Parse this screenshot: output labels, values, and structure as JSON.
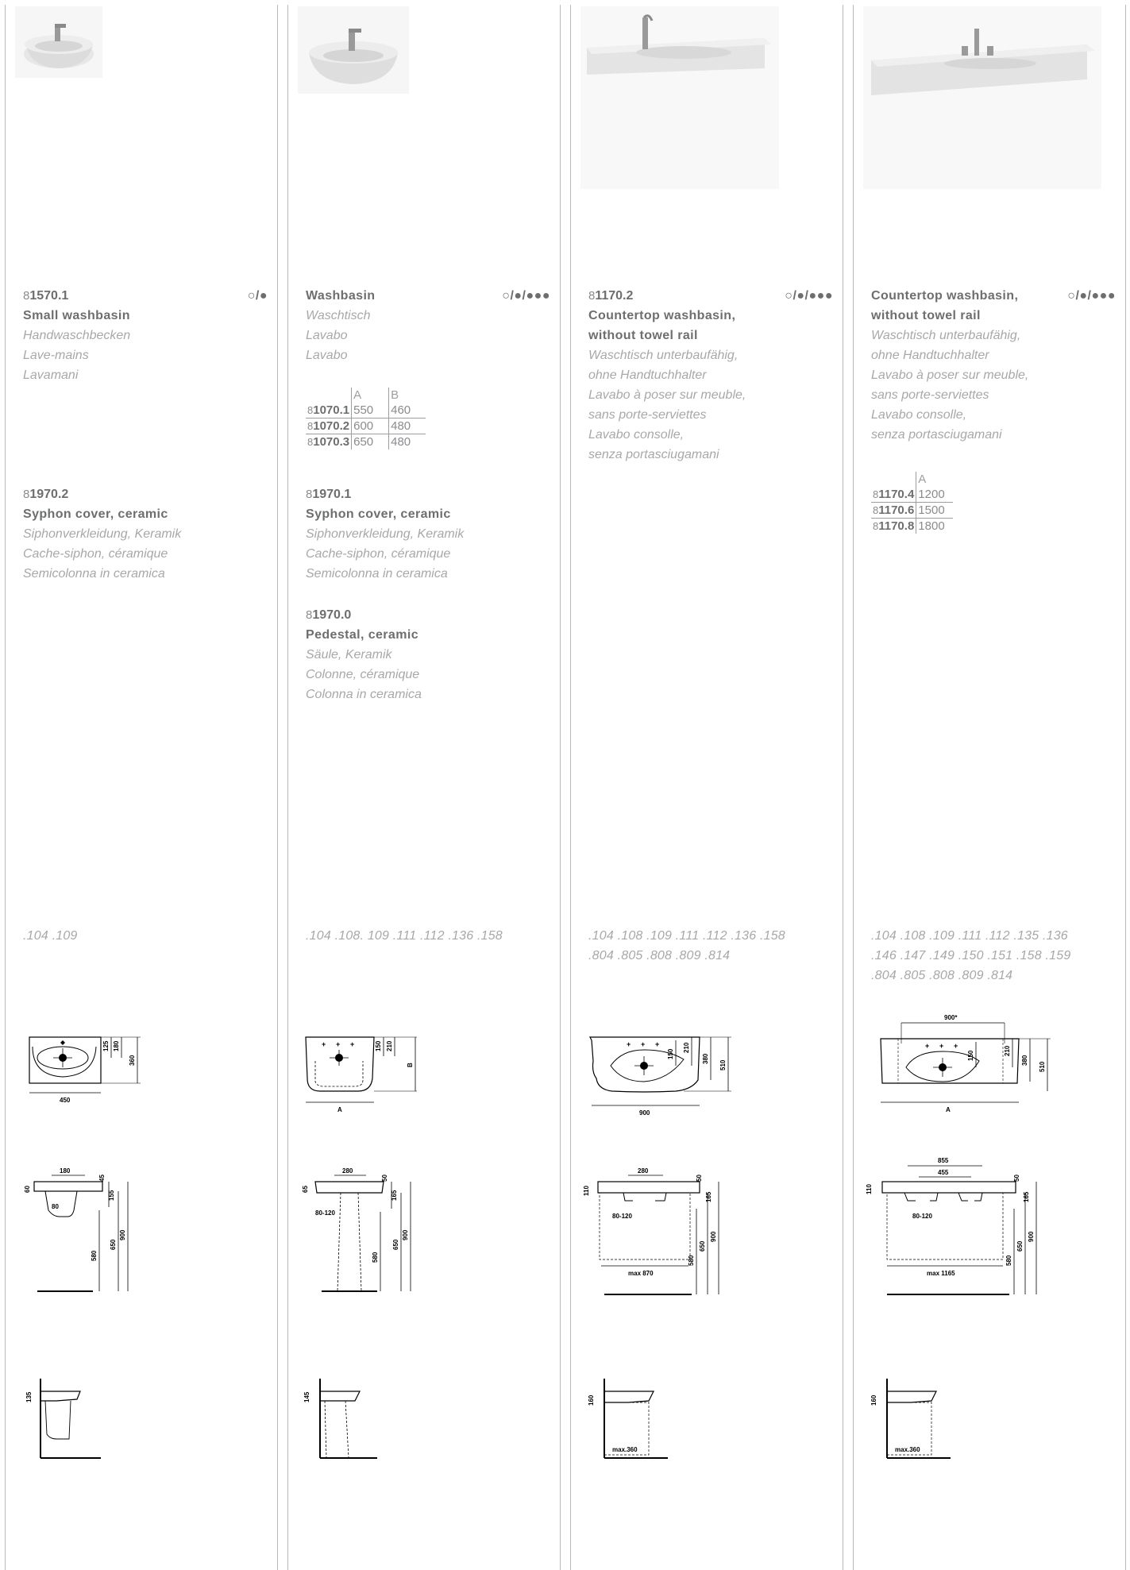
{
  "columns": [
    {
      "code_prefix": "8",
      "code": "1570.1",
      "marks": "○/●",
      "title": "Small washbasin",
      "translations": [
        "Handwaschbecken",
        "Lave-mains",
        "Lavamani"
      ],
      "accessories": [
        {
          "code_prefix": "8",
          "code": "1970.2",
          "title": "Syphon cover, ceramic",
          "translations": [
            "Siphonverkleidung, Keramik",
            "Cache-siphon, céramique",
            "Semicolonna in ceramica"
          ]
        }
      ],
      "variants": ".104 .109",
      "drawing_labels": {
        "plan": [
          "125",
          "180",
          "360",
          "450"
        ],
        "front": [
          "180",
          "45",
          "60",
          "155",
          "80",
          "580",
          "650",
          "900"
        ],
        "side": [
          "135"
        ]
      }
    },
    {
      "code_prefix": "",
      "code": "",
      "marks": "○/●/●●●",
      "title": "Washbasin",
      "translations": [
        "Waschtisch",
        "Lavabo",
        "Lavabo"
      ],
      "dim_table": {
        "headers": [
          "A",
          "B"
        ],
        "rows": [
          {
            "prefix": "8",
            "code": "1070.1",
            "a": "550",
            "b": "460"
          },
          {
            "prefix": "8",
            "code": "1070.2",
            "a": "600",
            "b": "480"
          },
          {
            "prefix": "8",
            "code": "1070.3",
            "a": "650",
            "b": "480"
          }
        ]
      },
      "accessories": [
        {
          "code_prefix": "8",
          "code": "1970.1",
          "title": "Syphon cover, ceramic",
          "translations": [
            "Siphonverkleidung, Keramik",
            "Cache-siphon, céramique",
            "Semicolonna in ceramica"
          ]
        },
        {
          "code_prefix": "8",
          "code": "1970.0",
          "title": "Pedestal, ceramic",
          "translations": [
            "Säule, Keramik",
            "Colonne, céramique",
            "Colonna in ceramica"
          ]
        }
      ],
      "variants": ".104 .108. 109 .111 .112 .136 .158",
      "drawing_labels": {
        "plan": [
          "150",
          "210",
          "B",
          "A"
        ],
        "front": [
          "280",
          "50",
          "65",
          "165",
          "80-120",
          "580",
          "650",
          "900"
        ],
        "side": [
          "145"
        ]
      }
    },
    {
      "code_prefix": "8",
      "code": "1170.2",
      "marks": "○/●/●●●",
      "title_lines": [
        "Countertop washbasin,",
        "without towel rail"
      ],
      "translations": [
        "Waschtisch unterbaufähig,",
        "ohne Handtuchhalter",
        "Lavabo à poser sur meuble,",
        "sans porte-serviettes",
        "Lavabo consolle,",
        "senza portasciugamani"
      ],
      "variants_lines": [
        ".104 .108 .109 .111 .112 .136 .158",
        ".804 .805 .808 .809 .814"
      ],
      "drawing_labels": {
        "plan": [
          "150",
          "210",
          "380",
          "510",
          "900"
        ],
        "front": [
          "280",
          "50",
          "110",
          "165",
          "80-120",
          "max 870",
          "580",
          "650",
          "900"
        ],
        "side": [
          "160",
          "max.360"
        ]
      }
    },
    {
      "code_prefix": "",
      "code": "",
      "marks": "○/●/●●●",
      "title_lines": [
        "Countertop washbasin,",
        "without towel rail"
      ],
      "translations": [
        "Waschtisch unterbaufähig,",
        "ohne Handtuchhalter",
        "Lavabo à poser sur meuble,",
        "sans porte-serviettes",
        "Lavabo consolle,",
        "senza portasciugamani"
      ],
      "dim_table": {
        "headers": [
          "A"
        ],
        "rows": [
          {
            "prefix": "8",
            "code": "1170.4",
            "a": "1200"
          },
          {
            "prefix": "8",
            "code": "1170.6",
            "a": "1500"
          },
          {
            "prefix": "8",
            "code": "1170.8",
            "a": "1800"
          }
        ]
      },
      "variants_lines": [
        ".104 .108 .109 .111 .112 .135 .136",
        ".146 .147 .149 .150 .151 .158 .159",
        ".804 .805 .808 .809 .814"
      ],
      "drawing_labels": {
        "plan": [
          "900*",
          "150",
          "210",
          "380",
          "510",
          "A"
        ],
        "front": [
          "855",
          "455",
          "110",
          "50",
          "165",
          "80-120",
          "max 1165",
          "580",
          "650",
          "900"
        ],
        "side": [
          "160",
          "max.360"
        ]
      }
    }
  ]
}
